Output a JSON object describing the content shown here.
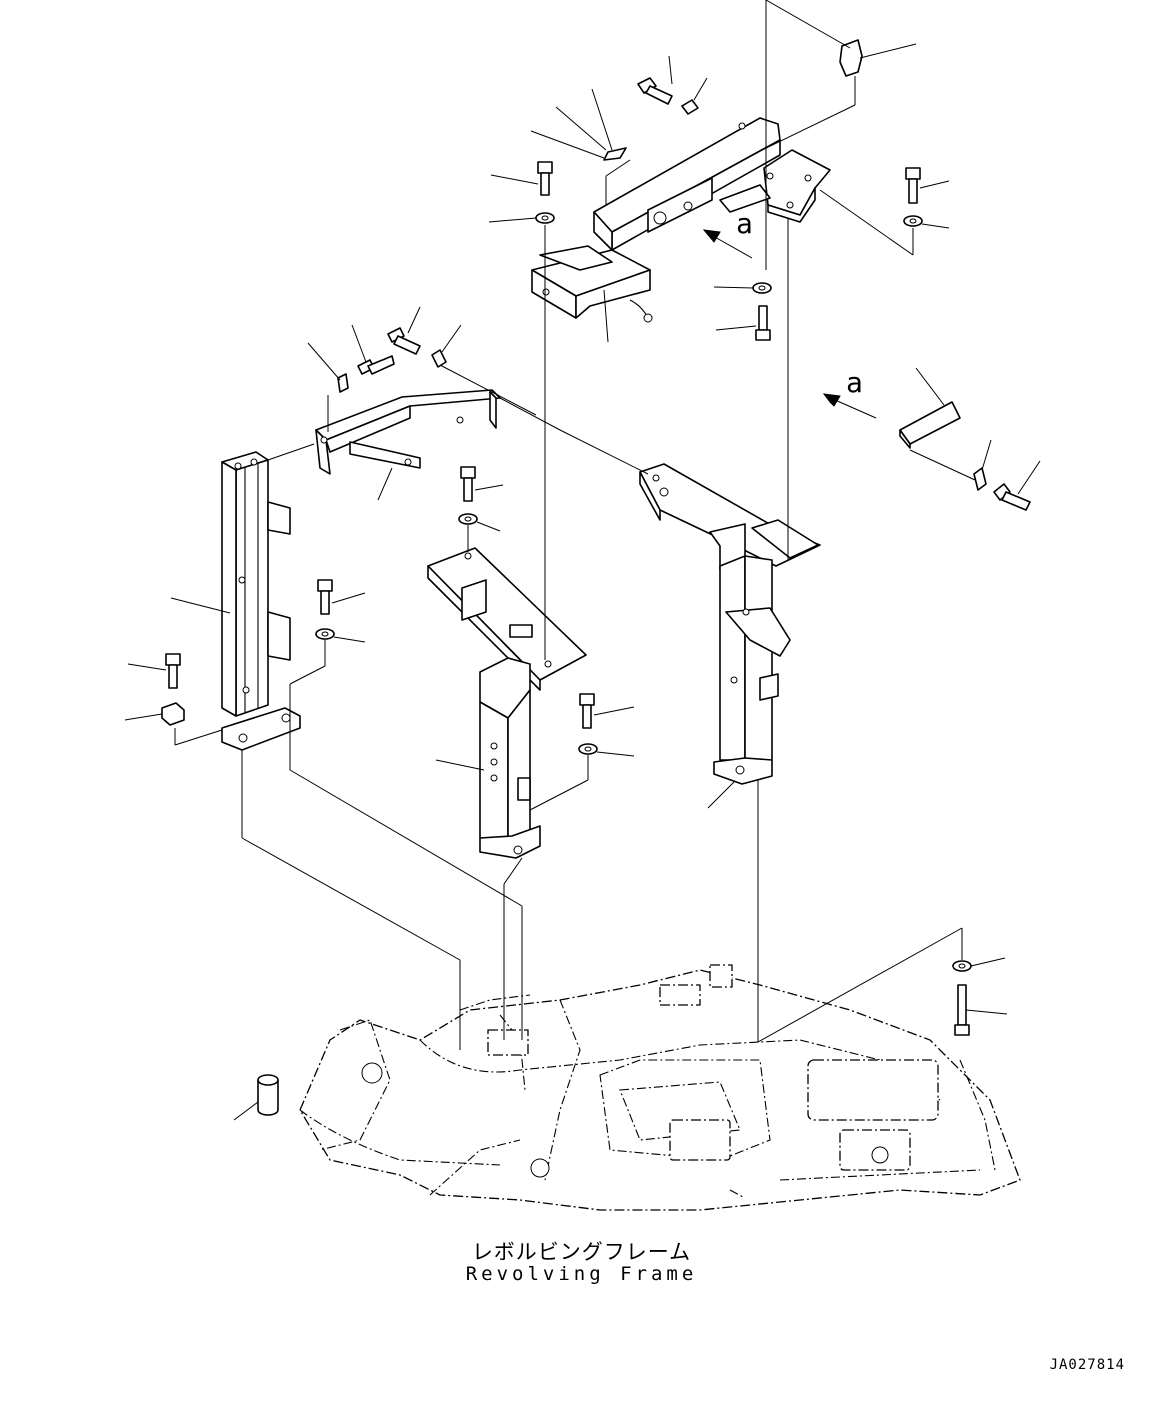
{
  "drawing": {
    "caption_japanese": "レボルビングフレーム",
    "caption_english": "Revolving Frame",
    "drawing_code": "JA027814",
    "view_marker": "a"
  }
}
